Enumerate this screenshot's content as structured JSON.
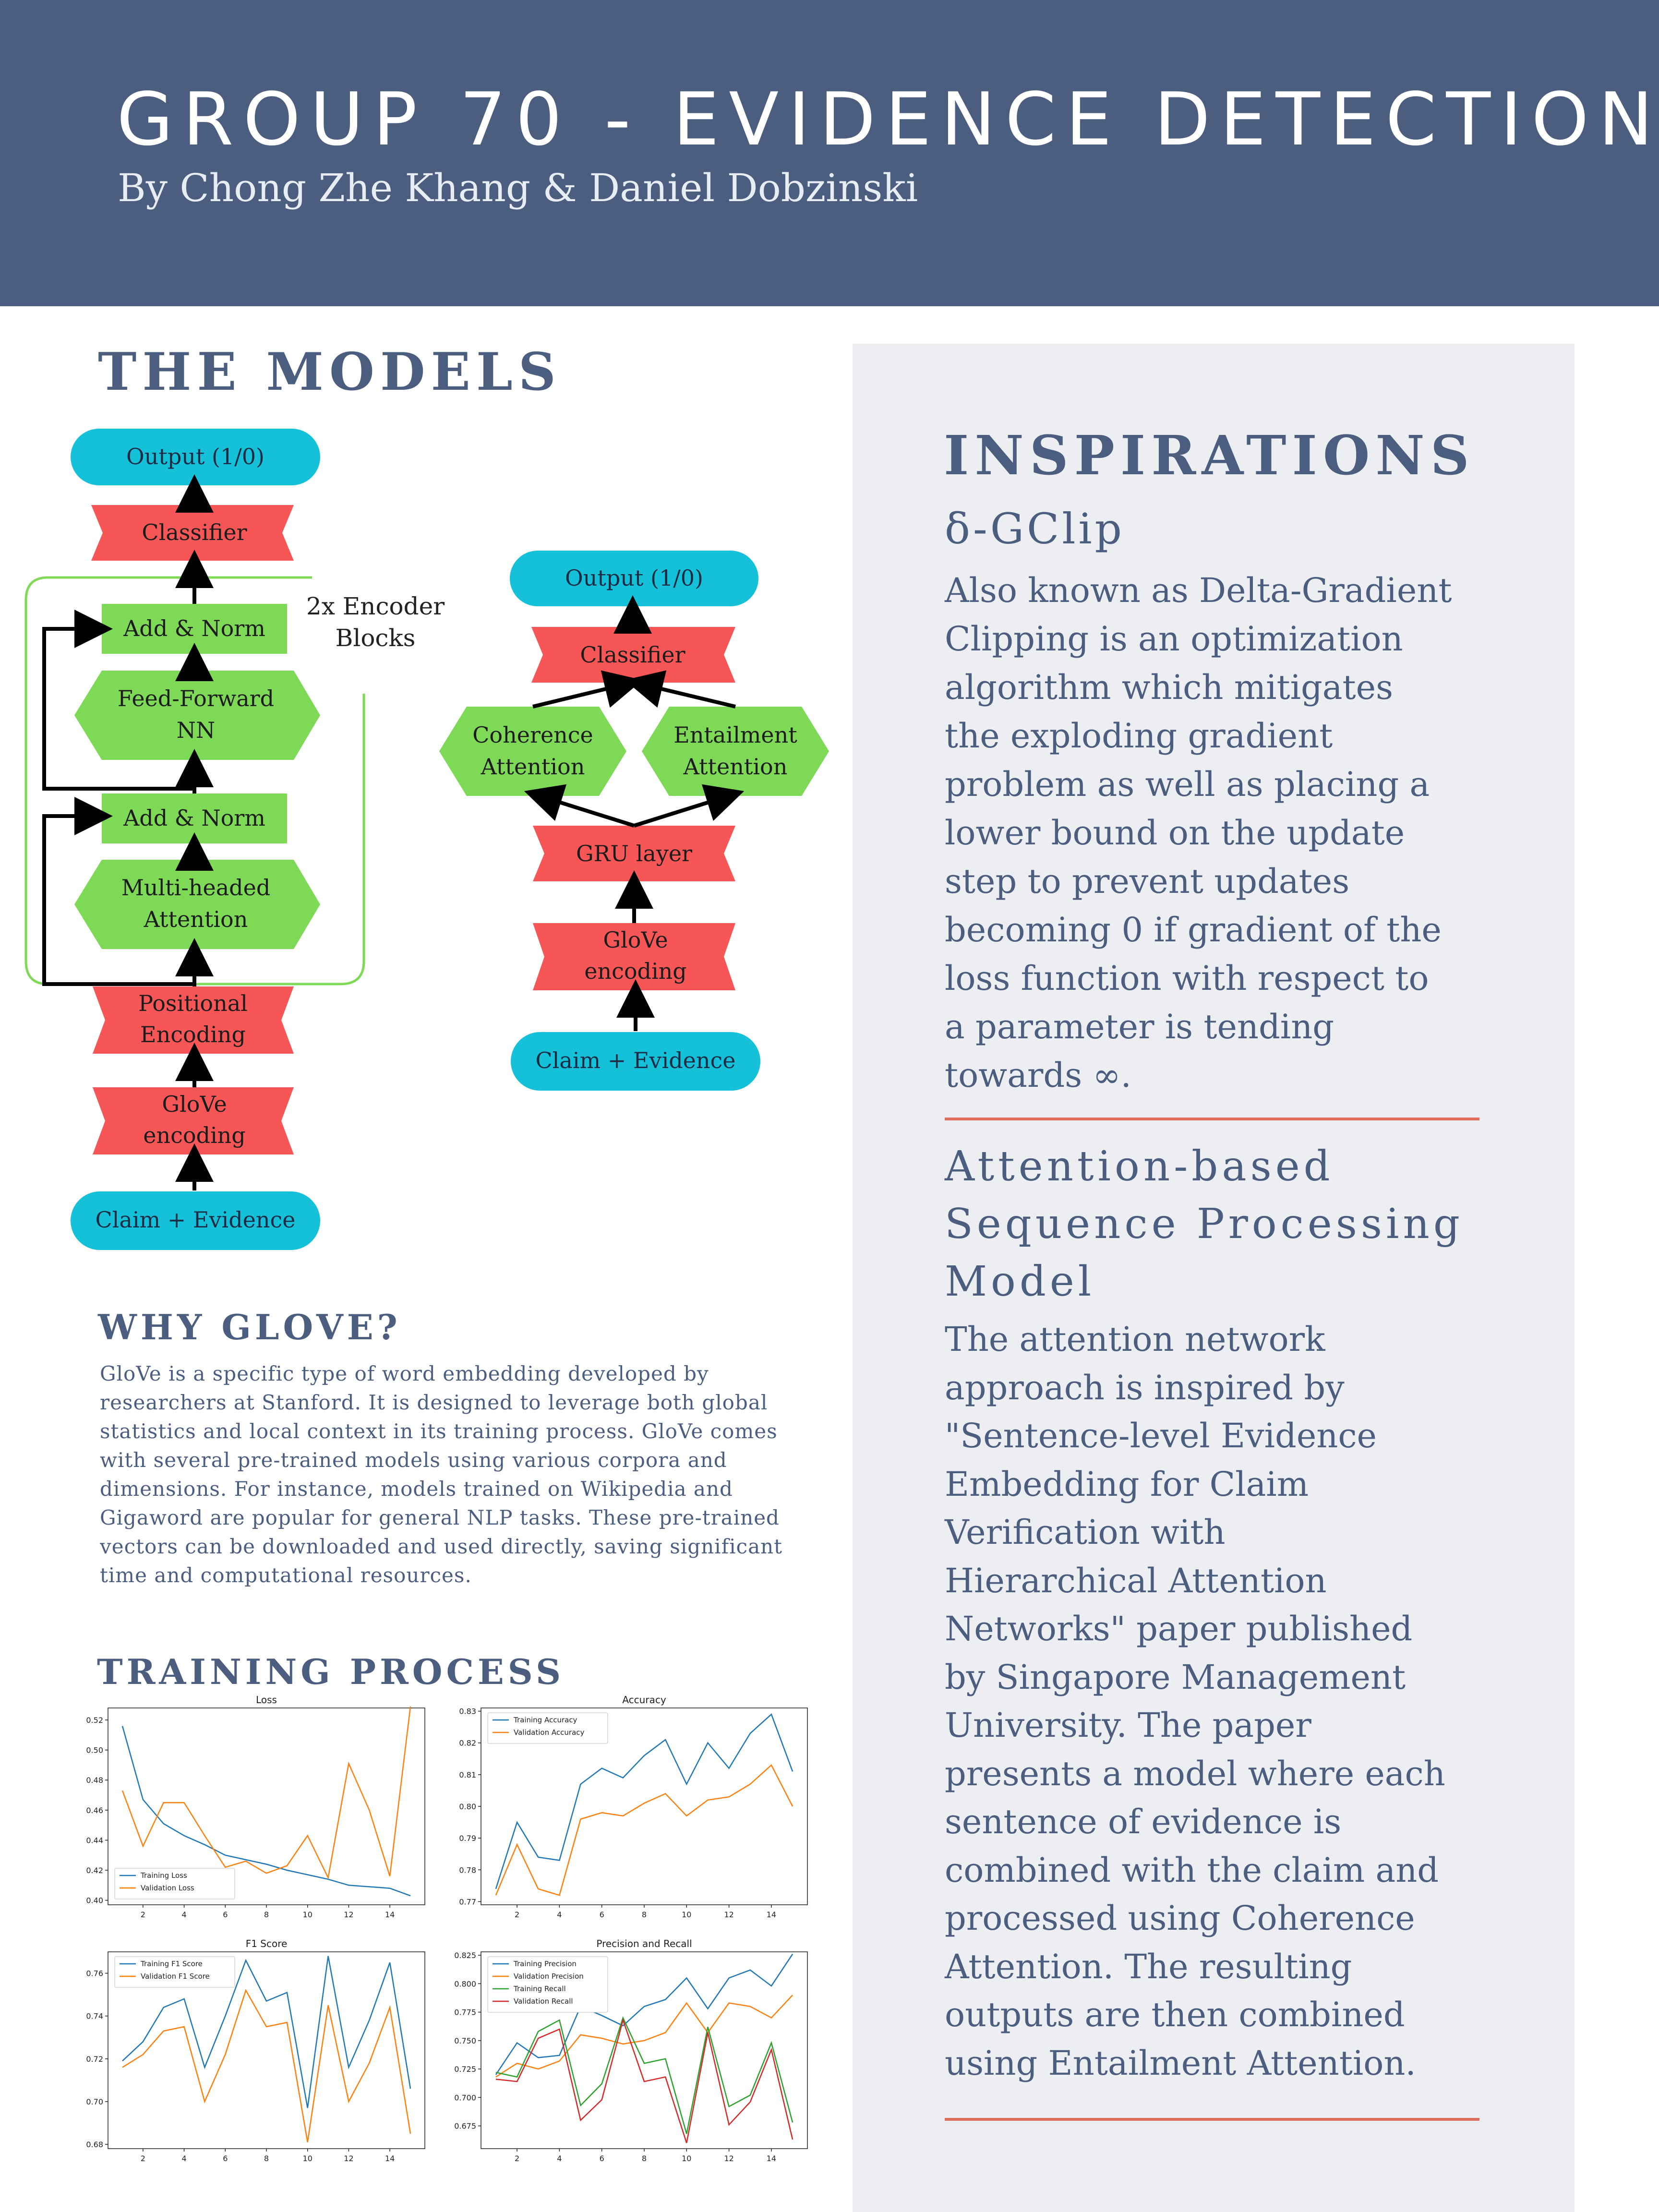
{
  "header": {
    "title": "GROUP 70 - EVIDENCE DETECTION",
    "subtitle": "By Chong Zhe Khang & Daniel Dobzinski"
  },
  "models": {
    "heading": "THE MODELS",
    "encoder_label_1": "2x Encoder",
    "encoder_label_2": "Blocks",
    "left": {
      "output": "Output (1/0)",
      "classifier": "Classifier",
      "add_norm_top": "Add & Norm",
      "ffn_1": "Feed-Forward",
      "ffn_2": "NN",
      "add_norm_bottom": "Add & Norm",
      "mha_1": "Multi-headed",
      "mha_2": "Attention",
      "pos_1": "Positional",
      "pos_2": "Encoding",
      "glove_1": "GloVe",
      "glove_2": "encoding",
      "input": "Claim + Evidence"
    },
    "right": {
      "output": "Output (1/0)",
      "classifier": "Classifier",
      "coh_1": "Coherence",
      "coh_2": "Attention",
      "ent_1": "Entailment",
      "ent_2": "Attention",
      "gru": "GRU layer",
      "glove_1": "GloVe",
      "glove_2": "encoding",
      "input": "Claim + Evidence"
    }
  },
  "why_glove": {
    "heading": "WHY GLOVE?",
    "lines": [
      "GloVe is a specific type of word embedding developed by",
      "researchers at Stanford. It is designed to leverage both global",
      "statistics and local context in its training process. GloVe comes",
      "with several pre-trained models using various corpora and",
      "dimensions. For instance, models trained on Wikipedia and",
      "Gigaword are popular for general NLP tasks. These pre-trained",
      "vectors can be downloaded and used directly, saving significant",
      "time and computational resources."
    ]
  },
  "training": {
    "heading": "TRAINING PROCESS"
  },
  "inspirations": {
    "heading": "INSPIRATIONS",
    "sub1": "δ-GClip",
    "text1": [
      "Also known as Delta-Gradient",
      "Clipping is an optimization",
      "algorithm which mitigates",
      "the exploding gradient",
      "problem as well as placing a",
      "lower bound on the update",
      "step to prevent updates",
      "becoming 0 if gradient of the",
      "loss function with respect to",
      "a parameter is tending",
      "towards ∞."
    ],
    "sub2": [
      "Attention-based",
      "Sequence Processing",
      "Model"
    ],
    "text2": [
      "The attention network",
      "approach is inspired by",
      "\"Sentence-level Evidence",
      "Embedding for Claim",
      "Verification with",
      "Hierarchical Attention",
      "Networks\" paper published",
      "by Singapore Management",
      "University. The paper",
      "presents a model where each",
      "sentence of evidence is",
      "combined with the claim and",
      "processed using Coherence",
      "Attention. The resulting",
      "outputs are then combined",
      "using Entailment Attention."
    ]
  },
  "colors": {
    "navy": "#4b5e7f",
    "cyan": "#14c1d9",
    "red": "#f65656",
    "green": "#7ed957",
    "blue_series": "#1f77b4",
    "orange_series": "#ff7f0e",
    "green_series": "#2ca02c",
    "red_series": "#d62728"
  },
  "chart_data": [
    {
      "type": "line",
      "title": "Loss",
      "x": [
        1,
        2,
        3,
        4,
        5,
        6,
        7,
        8,
        9,
        10,
        11,
        12,
        13,
        14,
        15
      ],
      "xticks": [
        2,
        4,
        6,
        8,
        10,
        12,
        14
      ],
      "yticks": [
        0.4,
        0.42,
        0.44,
        0.46,
        0.48,
        0.5,
        0.52
      ],
      "ytick_labels": [
        "0.40",
        "0.42",
        "0.44",
        "0.46",
        "0.48",
        "0.50",
        "0.52"
      ],
      "ylim": [
        0.397,
        0.528
      ],
      "legend": "lower-left",
      "series": [
        {
          "name": "Training Loss",
          "color": "#1f77b4",
          "values": [
            0.516,
            0.467,
            0.451,
            0.443,
            0.437,
            0.43,
            0.427,
            0.424,
            0.42,
            0.417,
            0.414,
            0.41,
            0.409,
            0.408,
            0.403
          ]
        },
        {
          "name": "Validation Loss",
          "color": "#ff7f0e",
          "values": [
            0.473,
            0.436,
            0.465,
            0.465,
            0.443,
            0.422,
            0.426,
            0.418,
            0.423,
            0.443,
            0.415,
            0.491,
            0.46,
            0.416,
            0.529
          ]
        }
      ]
    },
    {
      "type": "line",
      "title": "Accuracy",
      "x": [
        1,
        2,
        3,
        4,
        5,
        6,
        7,
        8,
        9,
        10,
        11,
        12,
        13,
        14,
        15
      ],
      "xticks": [
        2,
        4,
        6,
        8,
        10,
        12,
        14
      ],
      "yticks": [
        0.77,
        0.78,
        0.79,
        0.8,
        0.81,
        0.82,
        0.83
      ],
      "ytick_labels": [
        "0.77",
        "0.78",
        "0.79",
        "0.80",
        "0.81",
        "0.82",
        "0.83"
      ],
      "ylim": [
        0.769,
        0.831
      ],
      "legend": "top-left",
      "series": [
        {
          "name": "Training Accuracy",
          "color": "#1f77b4",
          "values": [
            0.774,
            0.795,
            0.784,
            0.783,
            0.807,
            0.812,
            0.809,
            0.816,
            0.821,
            0.807,
            0.82,
            0.812,
            0.823,
            0.829,
            0.811
          ]
        },
        {
          "name": "Validation Accuracy",
          "color": "#ff7f0e",
          "values": [
            0.772,
            0.788,
            0.774,
            0.772,
            0.796,
            0.798,
            0.797,
            0.801,
            0.804,
            0.797,
            0.802,
            0.803,
            0.807,
            0.813,
            0.8
          ]
        }
      ]
    },
    {
      "type": "line",
      "title": "F1 Score",
      "x": [
        1,
        2,
        3,
        4,
        5,
        6,
        7,
        8,
        9,
        10,
        11,
        12,
        13,
        14,
        15
      ],
      "xticks": [
        2,
        4,
        6,
        8,
        10,
        12,
        14
      ],
      "yticks": [
        0.68,
        0.7,
        0.72,
        0.74,
        0.76
      ],
      "ytick_labels": [
        "0.68",
        "0.70",
        "0.72",
        "0.74",
        "0.76"
      ],
      "ylim": [
        0.678,
        0.77
      ],
      "legend": "top-left",
      "series": [
        {
          "name": "Training F1 Score",
          "color": "#1f77b4",
          "values": [
            0.719,
            0.728,
            0.744,
            0.748,
            0.716,
            0.74,
            0.766,
            0.747,
            0.751,
            0.697,
            0.768,
            0.716,
            0.738,
            0.765,
            0.706
          ]
        },
        {
          "name": "Validation F1 Score",
          "color": "#ff7f0e",
          "values": [
            0.716,
            0.722,
            0.733,
            0.735,
            0.7,
            0.722,
            0.752,
            0.735,
            0.737,
            0.681,
            0.745,
            0.7,
            0.718,
            0.744,
            0.685
          ]
        }
      ]
    },
    {
      "type": "line",
      "title": "Precision and Recall",
      "x": [
        1,
        2,
        3,
        4,
        5,
        6,
        7,
        8,
        9,
        10,
        11,
        12,
        13,
        14,
        15
      ],
      "xticks": [
        2,
        4,
        6,
        8,
        10,
        12,
        14
      ],
      "yticks": [
        0.675,
        0.7,
        0.725,
        0.75,
        0.775,
        0.8,
        0.825
      ],
      "ytick_labels": [
        "0.675",
        "0.700",
        "0.725",
        "0.750",
        "0.775",
        "0.800",
        "0.825"
      ],
      "ylim": [
        0.655,
        0.828
      ],
      "legend": "top-left",
      "series": [
        {
          "name": "Training Precision",
          "color": "#1f77b4",
          "values": [
            0.72,
            0.748,
            0.735,
            0.737,
            0.78,
            0.772,
            0.763,
            0.78,
            0.786,
            0.805,
            0.778,
            0.805,
            0.812,
            0.798,
            0.826
          ]
        },
        {
          "name": "Validation Precision",
          "color": "#ff7f0e",
          "values": [
            0.718,
            0.73,
            0.725,
            0.732,
            0.755,
            0.752,
            0.747,
            0.75,
            0.757,
            0.783,
            0.757,
            0.783,
            0.78,
            0.77,
            0.79
          ]
        },
        {
          "name": "Training Recall",
          "color": "#2ca02c",
          "values": [
            0.722,
            0.718,
            0.758,
            0.768,
            0.693,
            0.712,
            0.77,
            0.73,
            0.734,
            0.668,
            0.762,
            0.692,
            0.702,
            0.748,
            0.678
          ]
        },
        {
          "name": "Validation Recall",
          "color": "#d62728",
          "values": [
            0.716,
            0.714,
            0.752,
            0.76,
            0.68,
            0.698,
            0.768,
            0.714,
            0.718,
            0.66,
            0.757,
            0.676,
            0.696,
            0.742,
            0.663
          ]
        }
      ]
    }
  ]
}
